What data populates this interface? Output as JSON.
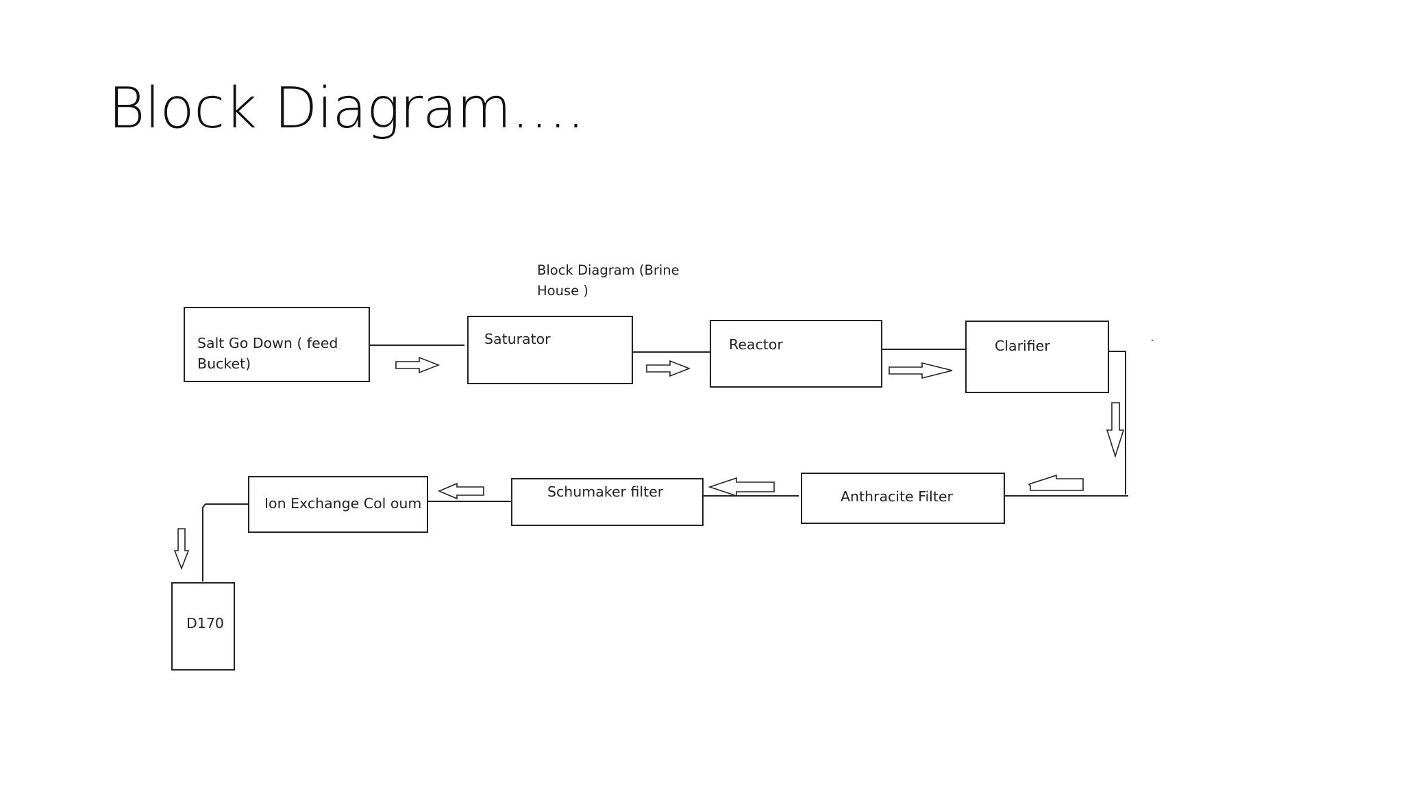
{
  "slide": {
    "title": "Block Diagram…."
  },
  "diagram": {
    "caption": "Block Diagram (Brine House )",
    "blocks": {
      "salt_go_down": "Salt Go Down ( feed Bucket)",
      "saturator": "Saturator",
      "reactor": "Reactor",
      "clarifier": "Clarifier",
      "anthracite_filter": "Anthracite Filter",
      "schumaker_filter": "Schumaker filter",
      "ion_exchange": "Ion Exchange Col oum",
      "d170": "D170"
    },
    "flow": [
      "Salt Go Down ( feed Bucket)",
      "Saturator",
      "Reactor",
      "Clarifier",
      "Anthracite Filter",
      "Schumaker filter",
      "Ion Exchange Col oum",
      "D170"
    ]
  }
}
